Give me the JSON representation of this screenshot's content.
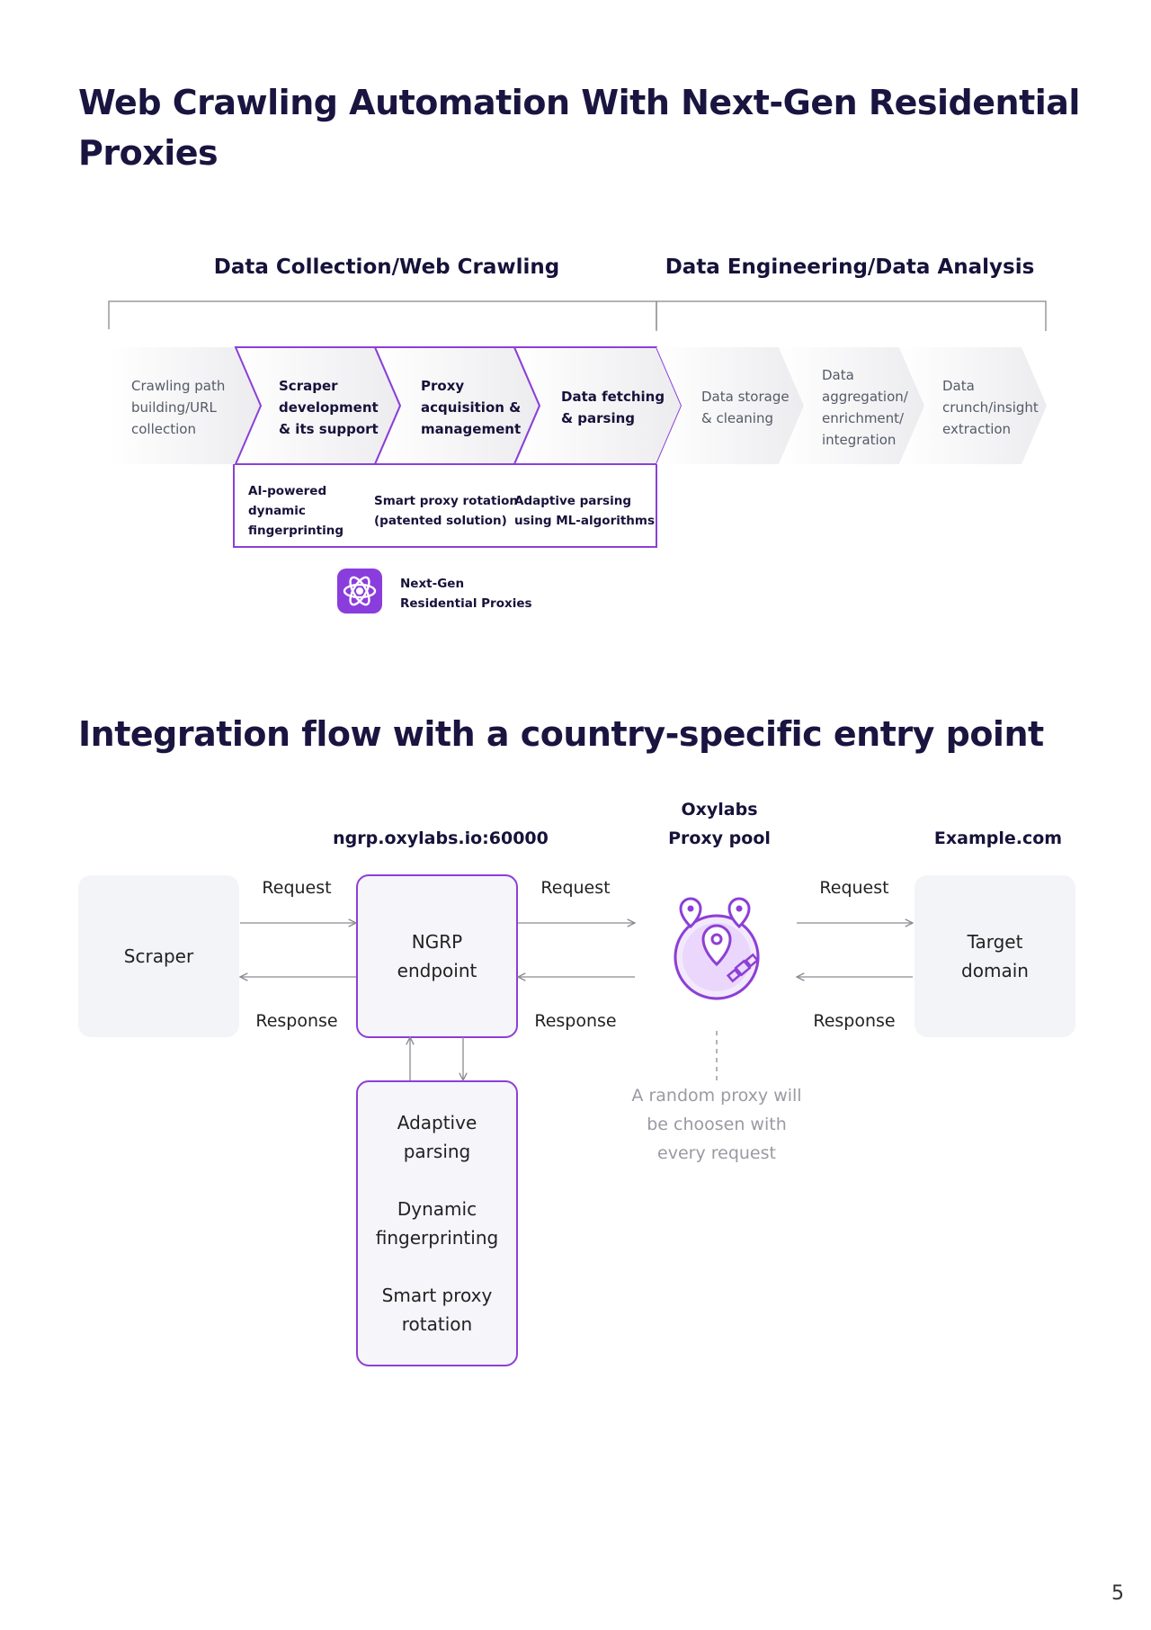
{
  "title_web_crawling": "Web Crawling Automation With Next-Gen Residential Proxies",
  "pipeline": {
    "group_collection": "Data Collection/Web Crawling",
    "group_engineering": "Data Engineering/Data Analysis",
    "steps": [
      {
        "lines": [
          "Crawling path",
          "building/URL",
          "collection"
        ]
      },
      {
        "lines": [
          "Scraper",
          "development",
          "& its support"
        ]
      },
      {
        "lines": [
          "Proxy",
          "acquisition &",
          "management"
        ]
      },
      {
        "lines": [
          "Data fetching",
          "& parsing"
        ]
      },
      {
        "lines": [
          "Data storage",
          "& cleaning"
        ]
      },
      {
        "lines": [
          "Data",
          "aggregation/",
          "enrichment/",
          "integration"
        ]
      },
      {
        "lines": [
          "Data",
          "crunch/insight",
          "extraction"
        ]
      }
    ],
    "features": [
      {
        "lines": [
          "AI-powered",
          "dynamic",
          "fingerprinting"
        ]
      },
      {
        "lines": [
          "Smart proxy rotation",
          "(patented solution)"
        ]
      },
      {
        "lines": [
          "Adaptive parsing",
          "using ML-algorithms"
        ]
      }
    ],
    "product": {
      "lines": [
        "Next-Gen",
        "Residential Proxies"
      ],
      "icon": "atom-icon"
    }
  },
  "title_integration": "Integration flow with a country-specific entry point",
  "flow": {
    "endpoint_host": "ngrp.oxylabs.io:60000",
    "pool_heading": [
      "Oxylabs",
      "Proxy pool"
    ],
    "target_heading": "Example.com",
    "scraper": "Scraper",
    "ngrp_box": [
      "NGRP",
      "endpoint"
    ],
    "target_box": [
      "Target",
      "domain"
    ],
    "request_label": "Request",
    "response_label": "Response",
    "features_box": [
      "Adaptive",
      "parsing",
      "",
      "Dynamic",
      "fingerprinting",
      "",
      "Smart proxy",
      "rotation"
    ],
    "note": [
      "A random proxy will",
      "be choosen with",
      "every request"
    ],
    "pool_icon": "globe-pin-icon"
  },
  "page_number": "5",
  "colors": {
    "accent": "#8c3fd6",
    "title": "#1a1440",
    "box_grey": "#f3f4f8"
  }
}
